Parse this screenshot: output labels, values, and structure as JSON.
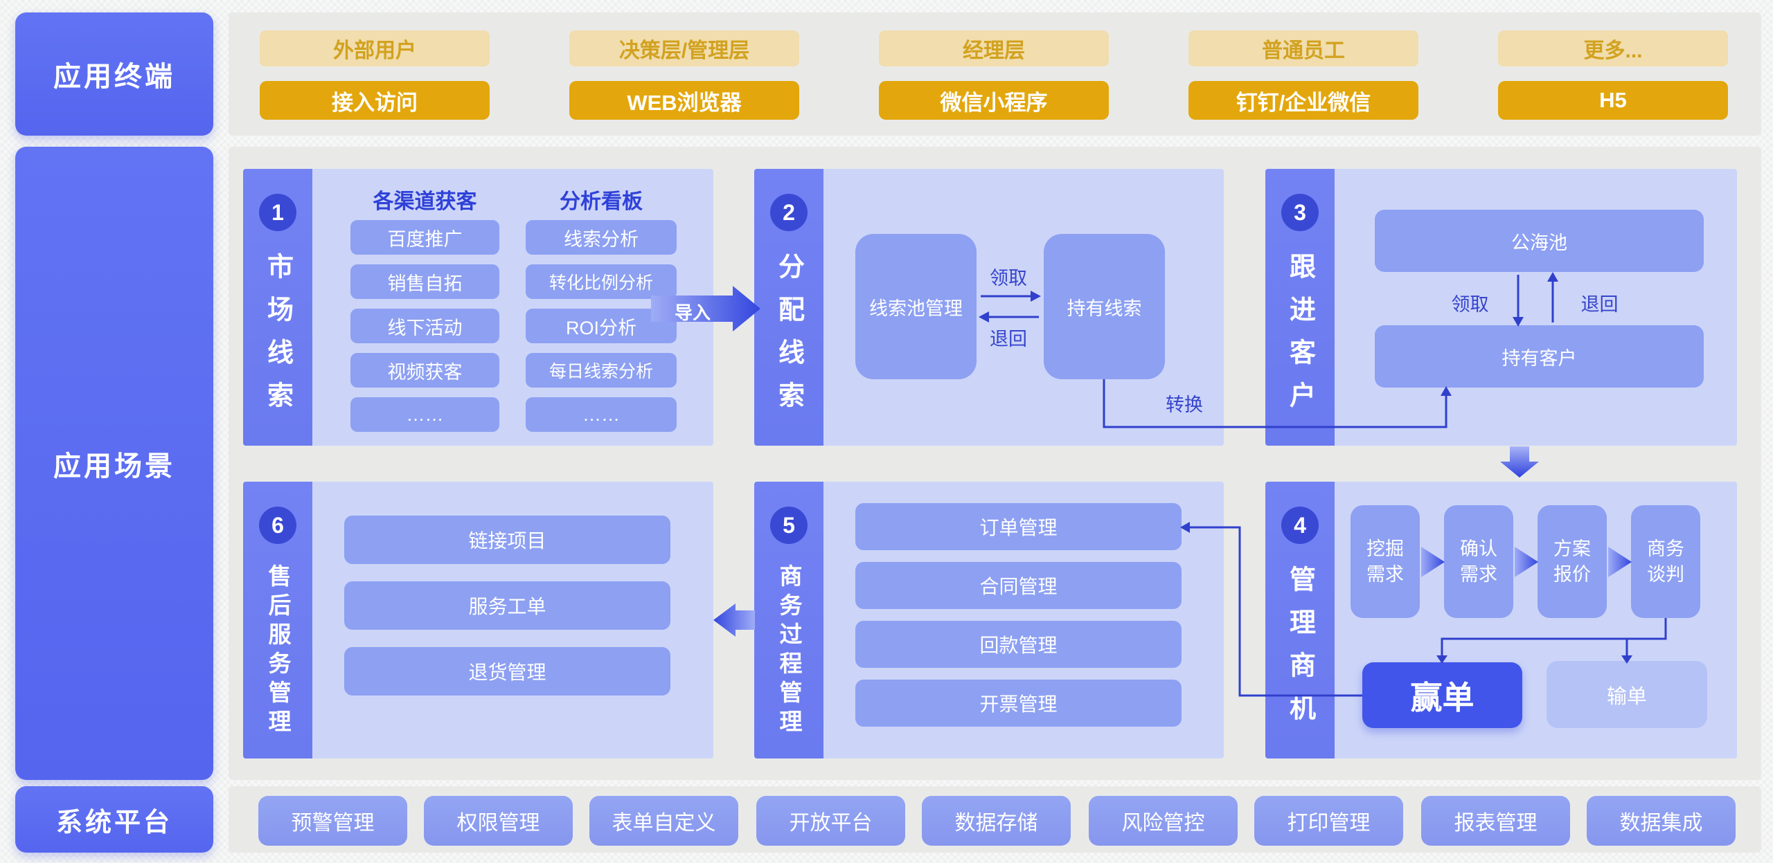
{
  "colors": {
    "accent_blue": "#5c6cf0",
    "bar_blue": "#6e7ef1",
    "badge_blue": "#3a49d4",
    "panel_bg": "#ccd5f8",
    "item_blue": "#8da0f2",
    "header_text": "#2f41d8",
    "connector_blue": "#3040cc",
    "tan_bg": "#f1ddad",
    "tan_text": "#d2a21f",
    "gold_bg": "#e3a70d",
    "win_blue": "#4155ea",
    "lose_blue": "#b5c2f6",
    "band_gray": "#e9eae8"
  },
  "sidebar": {
    "terminal_label": "应用终端",
    "scenario_label": "应用场景",
    "platform_label": "系统平台"
  },
  "terminals": [
    {
      "role": "外部用户",
      "channel": "接入访问"
    },
    {
      "role": "决策层/管理层",
      "channel": "WEB浏览器"
    },
    {
      "role": "经理层",
      "channel": "微信小程序"
    },
    {
      "role": "普通员工",
      "channel": "钉钉/企业微信"
    },
    {
      "role": "更多...",
      "channel": "H5"
    }
  ],
  "flow": {
    "import_label": "导入"
  },
  "panel1": {
    "num": "1",
    "title": "市场线索",
    "col_a": {
      "header": "各渠道获客",
      "items": [
        "百度推广",
        "销售自拓",
        "线下活动",
        "视频获客",
        "……"
      ]
    },
    "col_b": {
      "header": "分析看板",
      "items": [
        "线索分析",
        "转化比例分析",
        "ROI分析",
        "每日线索分析",
        "……"
      ]
    }
  },
  "panel2": {
    "num": "2",
    "title": "分配线索",
    "pool": "线索池管理",
    "hold": "持有线索",
    "claim": "领取",
    "return": "退回",
    "convert": "转换"
  },
  "panel3": {
    "num": "3",
    "title": "跟进客户",
    "pool": "公海池",
    "hold": "持有客户",
    "claim": "领取",
    "return": "退回"
  },
  "panel4": {
    "num": "4",
    "title": "管理商机",
    "stages": [
      "挖掘需求",
      "确认需求",
      "方案报价",
      "商务谈判"
    ],
    "win": "赢单",
    "lose": "输单"
  },
  "panel5": {
    "num": "5",
    "title": "商务过程管理",
    "items": [
      "订单管理",
      "合同管理",
      "回款管理",
      "开票管理"
    ]
  },
  "panel6": {
    "num": "6",
    "title": "售后服务管理",
    "items": [
      "链接项目",
      "服务工单",
      "退货管理"
    ]
  },
  "platform_items": [
    "预警管理",
    "权限管理",
    "表单自定义",
    "开放平台",
    "数据存储",
    "风险管控",
    "打印管理",
    "报表管理",
    "数据集成"
  ]
}
